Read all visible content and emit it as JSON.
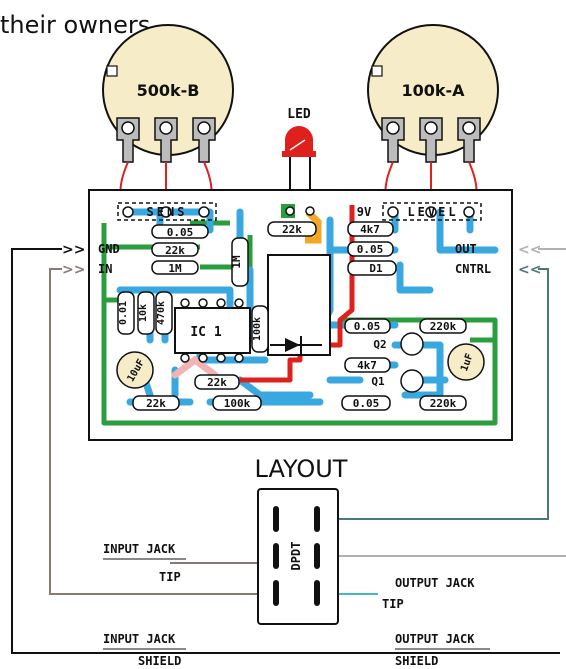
{
  "header_text": "their owners.",
  "pots": {
    "left_label": "500k-B",
    "right_label": "100k-A"
  },
  "led_label": "LED",
  "board": {
    "sens_label": "SENS",
    "level_label": "LEVEL",
    "nine_volt_label": "9V",
    "left_labels": {
      "gnd": "GND",
      "in": "IN"
    },
    "right_labels": {
      "out": "OUT",
      "cntrl": "CNTRL"
    },
    "ic_label": "IC 1",
    "components": {
      "r_top_22k": "22k",
      "r_4k7_top": "4k7",
      "c_005_top": "0.05",
      "r_22k_left": "22k",
      "r_1m_left": "1M",
      "r_1m_vertical": "1M",
      "c_005_right": "0.05",
      "d1": "D1",
      "c_001": "0.01",
      "r_10k": "10k",
      "r_470k": "470k",
      "c_10uf_left": "10uF",
      "r_100k_vertical": "100k",
      "c_005_mid": "0.05",
      "r_220k_mid": "220k",
      "q2": "Q2",
      "r_4k7_mid": "4k7",
      "q1": "Q1",
      "c_1uf_right": "1uF",
      "r_22k_bottom_mid": "22k",
      "r_22k_bottom_left": "22k",
      "r_100k_bottom": "100k",
      "c_005_bottom": "0.05",
      "r_220k_bottom": "220k"
    }
  },
  "layout_title": "LAYOUT",
  "switch_label": "DPDT",
  "jacks": {
    "input_tip_line1": "INPUT JACK",
    "input_tip_line2": "TIP",
    "output_tip_line1": "OUTPUT JACK",
    "output_tip_line2": "TIP",
    "input_shield_line1": "INPUT JACK",
    "input_shield_line2": "SHIELD",
    "output_shield_line1": "OUTPUT JACK",
    "output_shield_line2": "SHIELD"
  },
  "colors": {
    "trace_blue": "#3aa8e0",
    "trace_green": "#2a9d3c",
    "trace_red": "#e0201c",
    "trace_orange": "#f5a623",
    "trace_pink": "#f2b3b3",
    "pot_body": "#f6ecc8",
    "wire_red": "#e0201c",
    "wire_brown": "#8a7a74",
    "wire_teal": "#4a7a78",
    "wire_grey": "#b0b0b0",
    "wire_cyan": "#45b8c8",
    "wire_black": "#111111"
  }
}
